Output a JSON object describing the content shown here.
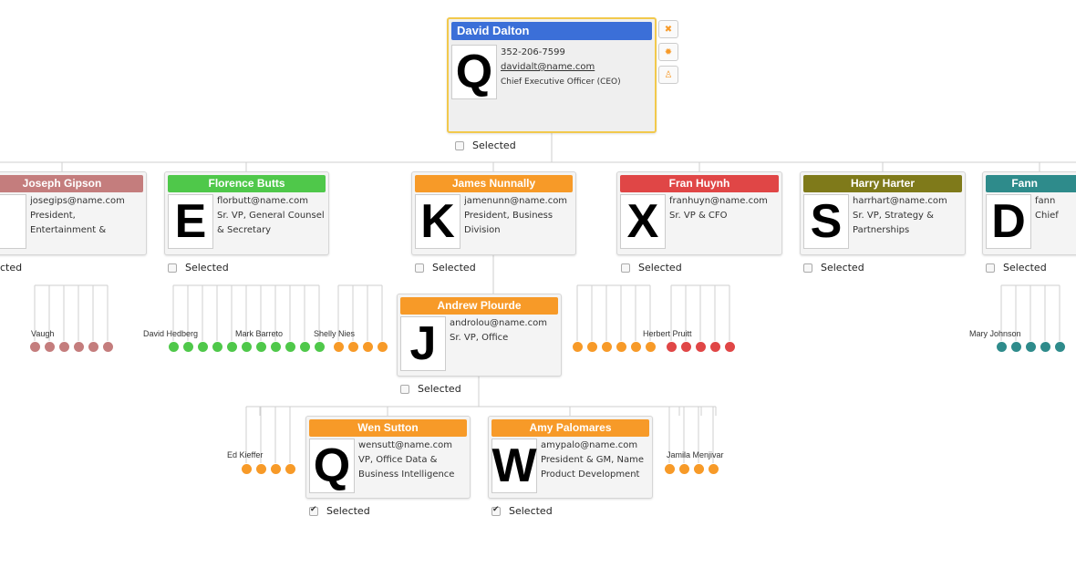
{
  "colors": {
    "blue": "#3b6fd8",
    "pink": "#c47d7d",
    "green": "#4fc84a",
    "orange": "#f79a28",
    "red": "#e04646",
    "olive": "#7f7a1a",
    "teal": "#2e8b8b",
    "root_border": "#f2c94c",
    "action_close": "#f79a28"
  },
  "root": {
    "name": "David Dalton",
    "initial": "Q",
    "phone": "352-206-7599",
    "email": "davidalt@name.com",
    "role": "Chief Executive Officer (CEO)",
    "selected_label": "Selected",
    "selected": false,
    "actions": [
      "close-icon",
      "gear-icon",
      "user-icon"
    ]
  },
  "level1": [
    {
      "name": "Joseph Gipson",
      "initial": "",
      "email": "josegips@name.com",
      "role_lines": [
        "President,",
        "Entertainment &"
      ],
      "color": "pink",
      "selected_label": "cted",
      "selected": false
    },
    {
      "name": "Florence Butts",
      "initial": "E",
      "email": "florbutt@name.com",
      "role_lines": [
        "Sr. VP, General Counsel",
        "& Secretary"
      ],
      "color": "green",
      "selected_label": "Selected",
      "selected": false
    },
    {
      "name": "James Nunnally",
      "initial": "K",
      "email": "jamenunn@name.com",
      "role_lines": [
        "President, Business",
        "Division"
      ],
      "color": "orange",
      "selected_label": "Selected",
      "selected": false
    },
    {
      "name": "Fran Huynh",
      "initial": "X",
      "email": "franhuyn@name.com",
      "role_lines": [
        "Sr. VP & CFO"
      ],
      "color": "red",
      "selected_label": "Selected",
      "selected": false
    },
    {
      "name": "Harry Harter",
      "initial": "S",
      "email": "harrhart@name.com",
      "role_lines": [
        "Sr. VP, Strategy &",
        "Partnerships"
      ],
      "color": "olive",
      "selected_label": "Selected",
      "selected": false
    },
    {
      "name": "Fann",
      "initial": "D",
      "email": "fann",
      "role_lines": [
        "Chief"
      ],
      "color": "teal",
      "selected_label": "Selected",
      "selected": false
    }
  ],
  "level2": [
    {
      "name": "Andrew Plourde",
      "initial": "J",
      "email": "androlou@name.com",
      "role_lines": [
        "Sr. VP, Office"
      ],
      "color": "orange",
      "selected_label": "Selected",
      "selected": false
    }
  ],
  "level3": [
    {
      "name": "Wen Sutton",
      "initial": "Q",
      "email": "wensutt@name.com",
      "role_lines": [
        "VP, Office Data &",
        "Business Intelligence"
      ],
      "color": "orange",
      "selected_label": "Selected",
      "selected": true
    },
    {
      "name": "Amy Palomares",
      "initial": "W",
      "email": "amypalo@name.com",
      "role_lines": [
        "President & GM, Name",
        "Product Development"
      ],
      "color": "orange",
      "selected_label": "Selected",
      "selected": true
    }
  ],
  "dot_labels": [
    "Vaugh",
    "David Hedberg",
    "Mark Barreto",
    "Shelly Nies",
    "Herbert Pruitt",
    "Mary Johnson",
    "Ed Kieffer",
    "Jamila Menjivar"
  ],
  "dot_groups": [
    {
      "color": "pink",
      "count": 6
    },
    {
      "color": "green",
      "count": 11
    },
    {
      "color": "orange",
      "count": 4
    },
    {
      "color": "orange",
      "count": 6
    },
    {
      "color": "red",
      "count": 5
    },
    {
      "color": "teal",
      "count": 5
    },
    {
      "color": "orange",
      "count": 4
    },
    {
      "color": "orange",
      "count": 4
    }
  ]
}
